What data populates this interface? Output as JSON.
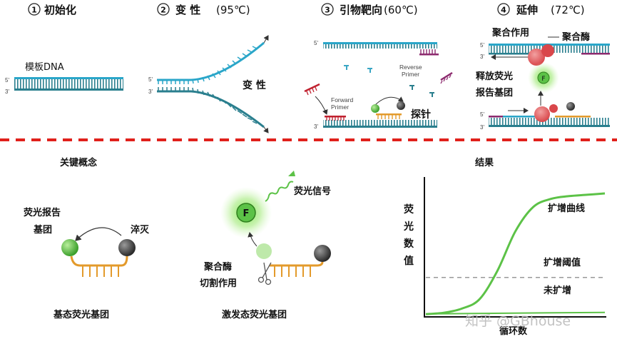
{
  "steps": [
    {
      "num": "1",
      "label": "初始化",
      "temp": ""
    },
    {
      "num": "2",
      "label": "变 性",
      "temp": "(95℃)"
    },
    {
      "num": "3",
      "label": "引物靶向",
      "temp": "(60℃)"
    },
    {
      "num": "4",
      "label": "延伸",
      "temp": "(72℃)"
    }
  ],
  "panel1": {
    "template_label": "模板DNA",
    "end5": "5'",
    "end3": "3'"
  },
  "panel2": {
    "label": "变 性",
    "end5": "5'",
    "end3": "3'"
  },
  "panel3": {
    "reverse_primer": [
      "Reverse",
      "Primer"
    ],
    "forward_primer": [
      "Forward",
      "Primer"
    ],
    "probe": "探针",
    "end5": "5'",
    "end3": "3'"
  },
  "panel4": {
    "polymerase_action": "聚合作用",
    "polymerase": "聚合酶",
    "release": "释放荧光",
    "reporter": "报告基团",
    "fluor": "F",
    "end5": "5'",
    "end3": "3'"
  },
  "concepts": {
    "title": "关键概念",
    "reporter": [
      "荧光报告",
      "基团"
    ],
    "quencher": "淬灭",
    "ground_state": "基态荧光基团",
    "signal": "荧光信号",
    "fluor": "F",
    "cleavage": [
      "聚合酶",
      "切割作用"
    ],
    "excited_state": "激发态荧光基团"
  },
  "results": {
    "title": "结果",
    "ylabel": [
      "荧",
      "光",
      "数",
      "值"
    ],
    "xlabel": "循环数",
    "curve": "扩增曲线",
    "threshold": "扩增阈值",
    "no_amp": "未扩增"
  },
  "watermark": "知乎 @GBhouse",
  "chart_data": {
    "type": "line",
    "title": "结果",
    "xlabel": "循环数",
    "ylabel": "荧光数值",
    "series": [
      {
        "name": "扩增曲线",
        "x": [
          0,
          10,
          20,
          30,
          40,
          50,
          60,
          70,
          80,
          90,
          100
        ],
        "y": [
          1,
          2,
          5,
          12,
          33,
          62,
          80,
          86,
          88,
          89,
          90
        ]
      }
    ],
    "threshold": {
      "name": "扩增阈值",
      "y": 28
    },
    "xlim": [
      0,
      100
    ],
    "ylim": [
      0,
      100
    ],
    "grid": false,
    "colors": {
      "curve": "#5cc247",
      "threshold": "#999999",
      "divider": "#e0201b",
      "strand_blue": "#2aa6c9",
      "strand_dark": "#2a7f8e"
    }
  }
}
